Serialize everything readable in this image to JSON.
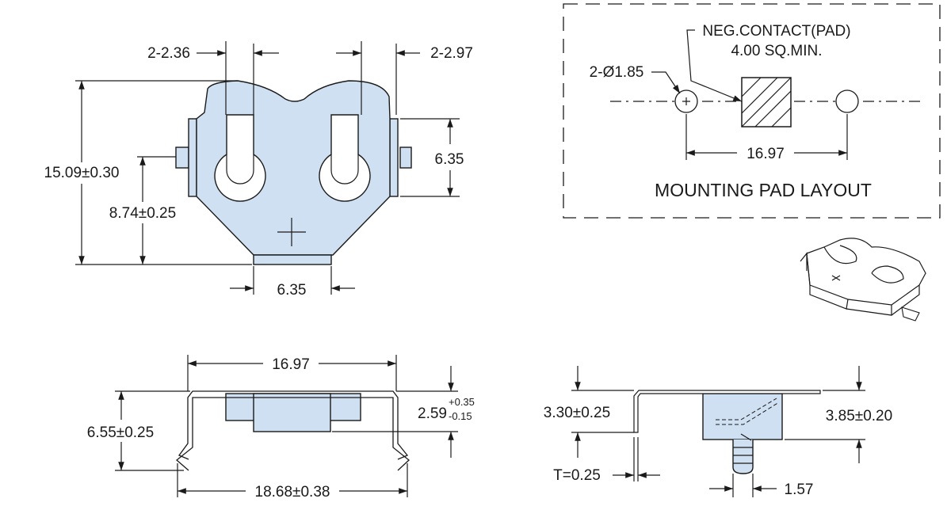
{
  "top_view": {
    "dim_hole_left": "2-2.36",
    "dim_hole_right": "2-2.97",
    "dim_height_total": "15.09±0.30",
    "dim_height_mid": "8.74±0.25",
    "dim_side_tab": "6.35",
    "dim_bottom_tab": "6.35"
  },
  "pad_layout": {
    "title": "MOUNTING PAD LAYOUT",
    "neg_contact_line1": "NEG.CONTACT(PAD)",
    "neg_contact_line2": "4.00 SQ.MIN.",
    "hole_dia": "2-Ø1.85",
    "hole_spacing": "16.97"
  },
  "front_view": {
    "dim_top_width": "16.97",
    "dim_bottom_width": "18.68±0.38",
    "dim_height": "6.55±0.25",
    "dim_inner_height": "2.59",
    "tol_plus": "+0.35",
    "tol_minus": "-0.15"
  },
  "side_view": {
    "dim_left_height": "3.30±0.25",
    "dim_right_height": "3.85±0.20",
    "dim_thickness": "T=0.25",
    "dim_pin_width": "1.57"
  },
  "colors": {
    "part_fill": "#cfe0f2",
    "line": "#1a1a1a"
  }
}
